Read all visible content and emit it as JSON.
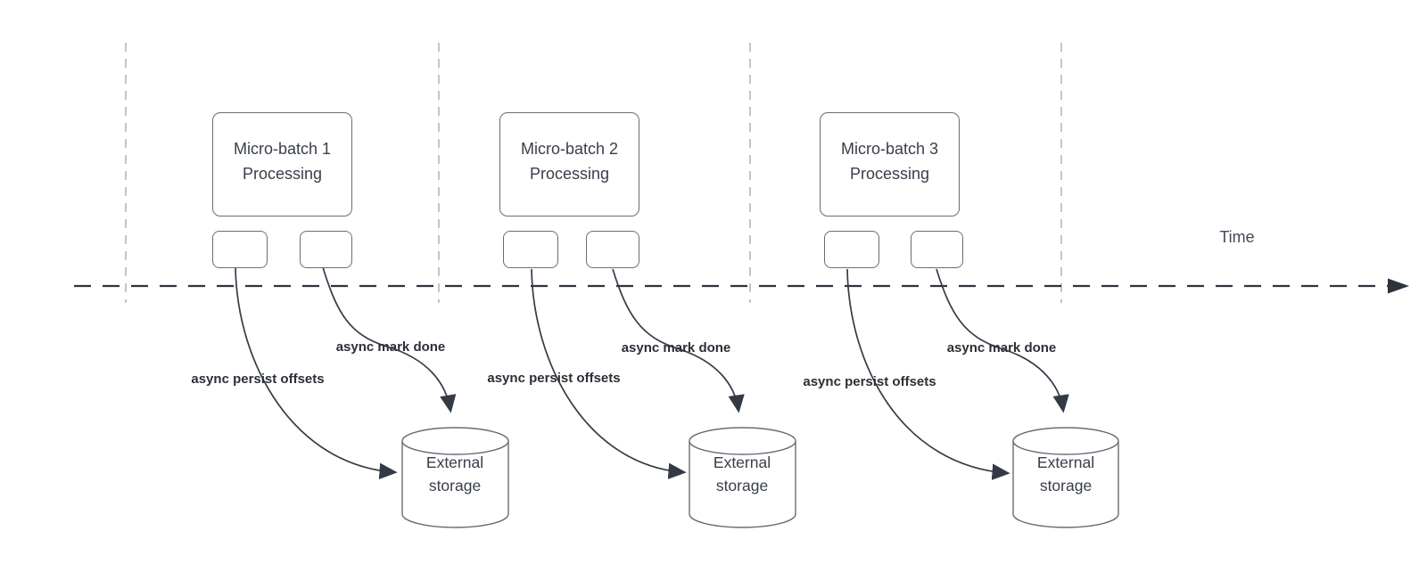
{
  "diagram": {
    "time_axis_label": "Time",
    "sections": [
      {
        "processing_box_label": "Micro-batch 1\nProcessing",
        "persist_arrow_label": "async persist offsets",
        "done_arrow_label": "async mark done",
        "storage_label": "External storage"
      },
      {
        "processing_box_label": "Micro-batch 2\nProcessing",
        "persist_arrow_label": "async persist offsets",
        "done_arrow_label": "async mark done",
        "storage_label": "External storage"
      },
      {
        "processing_box_label": "Micro-batch 3\nProcessing",
        "persist_arrow_label": "async persist offsets",
        "done_arrow_label": "async mark done",
        "storage_label": "External storage"
      }
    ]
  },
  "colors": {
    "arrow_dark": "#333a45",
    "timeline_dark": "#2e333d",
    "shape_border_gray": "#686d75",
    "guide_line_gray": "#b2b5ba",
    "text_dark": "#383e4a",
    "background": "#ffffff"
  }
}
